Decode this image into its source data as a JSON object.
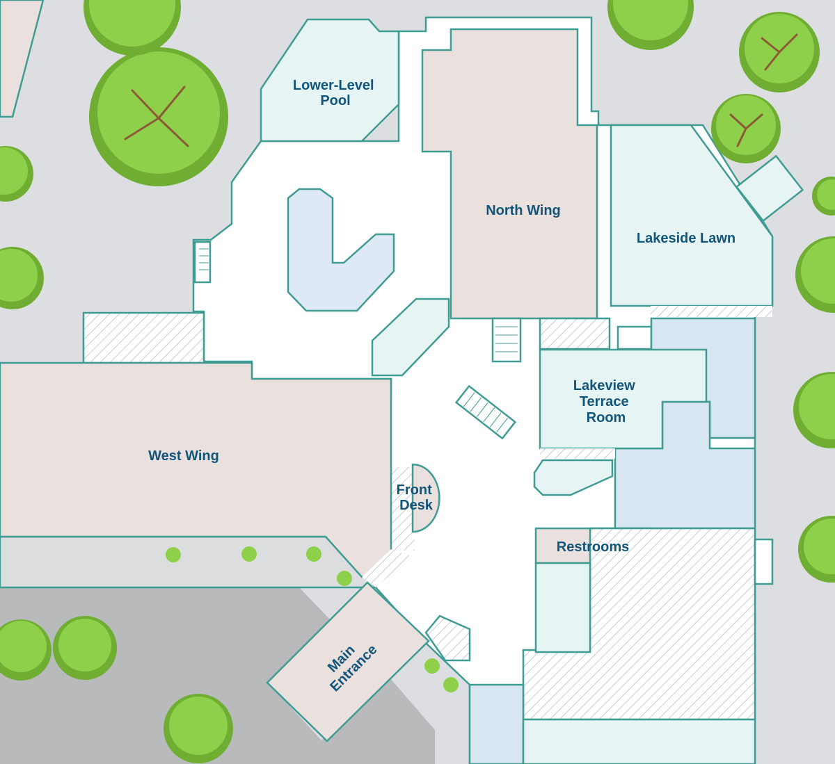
{
  "map": {
    "areas": {
      "lower_level_pool": [
        "Lower-Level",
        "Pool"
      ],
      "north_wing": [
        "North Wing"
      ],
      "lakeside_lawn": [
        "Lakeside Lawn"
      ],
      "lakeview_terrace_room": [
        "Lakeview",
        "Terrace",
        "Room"
      ],
      "west_wing": [
        "West Wing"
      ],
      "front_desk": [
        "Front",
        "Desk"
      ],
      "restrooms": [
        "Restrooms"
      ],
      "main_entrance": [
        "Main",
        "Entrance"
      ]
    },
    "colors": {
      "background": "#dddee2",
      "walkway": "#ffffff",
      "wing": "#eae0de",
      "venue": "#e6f4f4",
      "blue_room": "#d8e6f2",
      "pool_water": "#dde9f5",
      "outline": "#3f9c92",
      "label": "#12557a",
      "parking": "#b9babb",
      "tree": "#8fd04a"
    }
  }
}
